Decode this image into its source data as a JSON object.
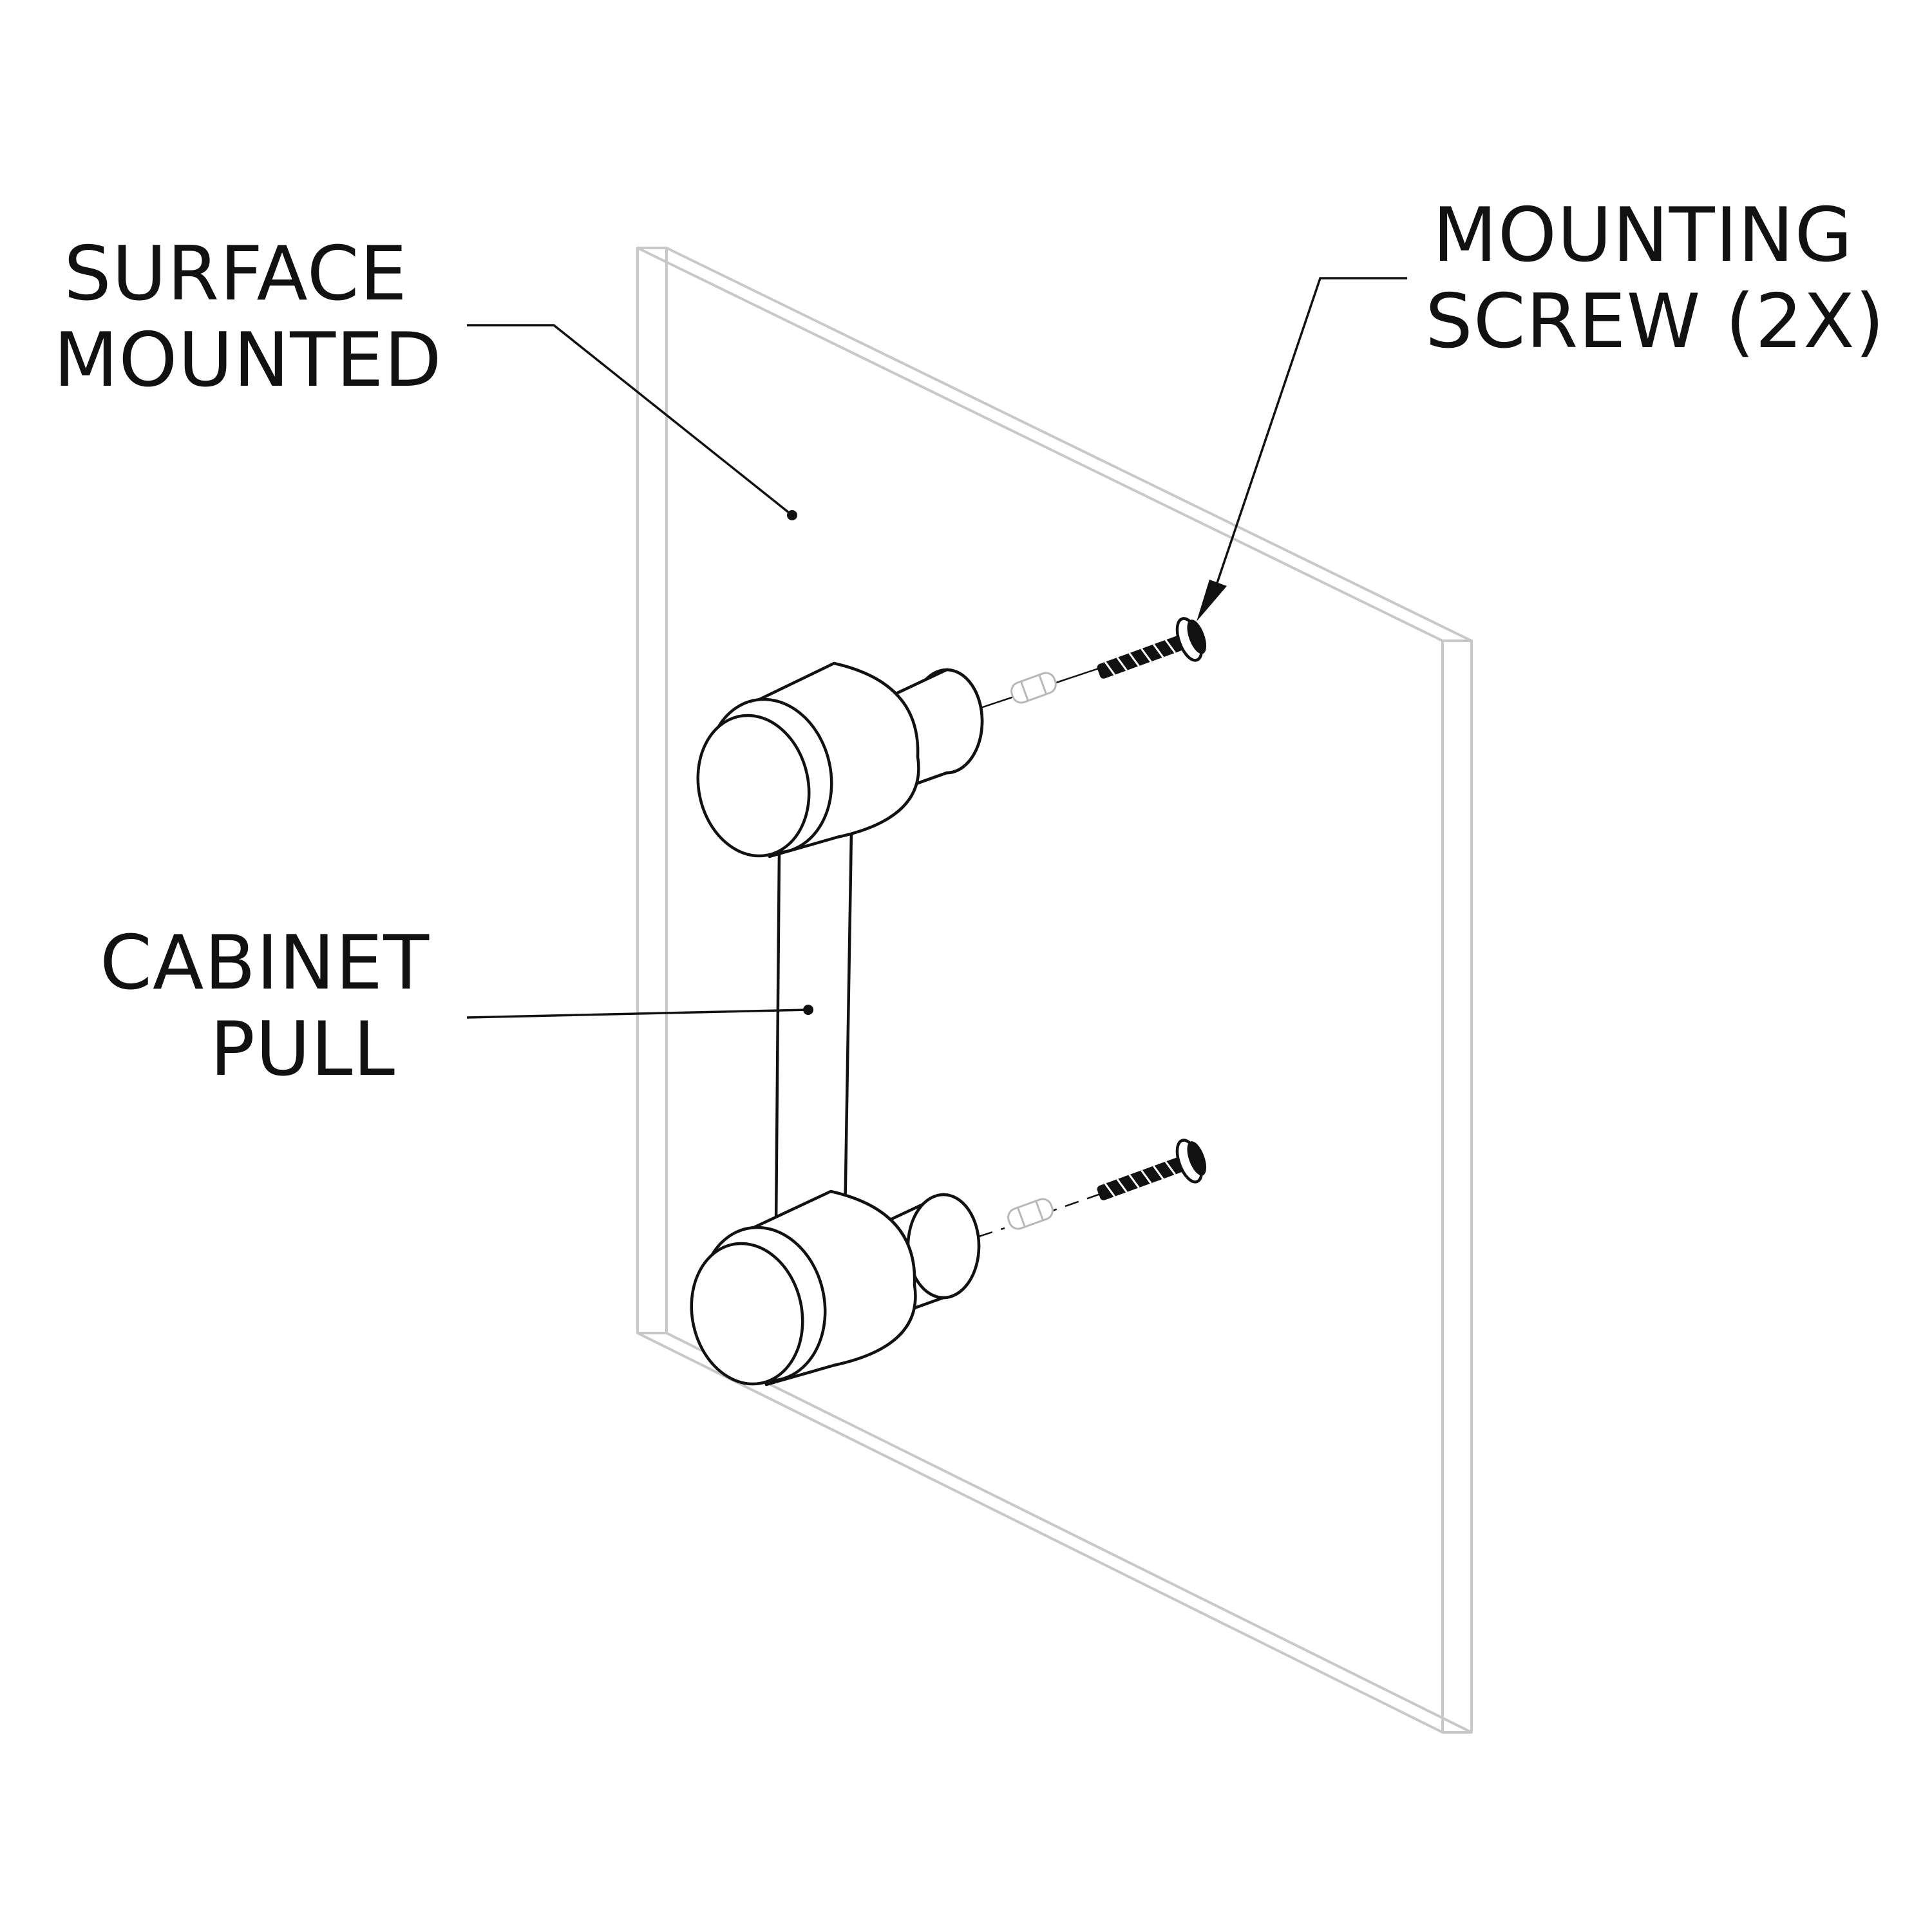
{
  "labels": {
    "surface": [
      "SURFACE",
      "MOUNTED"
    ],
    "screw": [
      "MOUNTING",
      "SCREW (2X)"
    ],
    "pull": [
      "CABINET",
      "PULL"
    ]
  },
  "colors": {
    "ink": "#111111",
    "panel_outline": "#c8c8c8",
    "background": "#ffffff"
  }
}
